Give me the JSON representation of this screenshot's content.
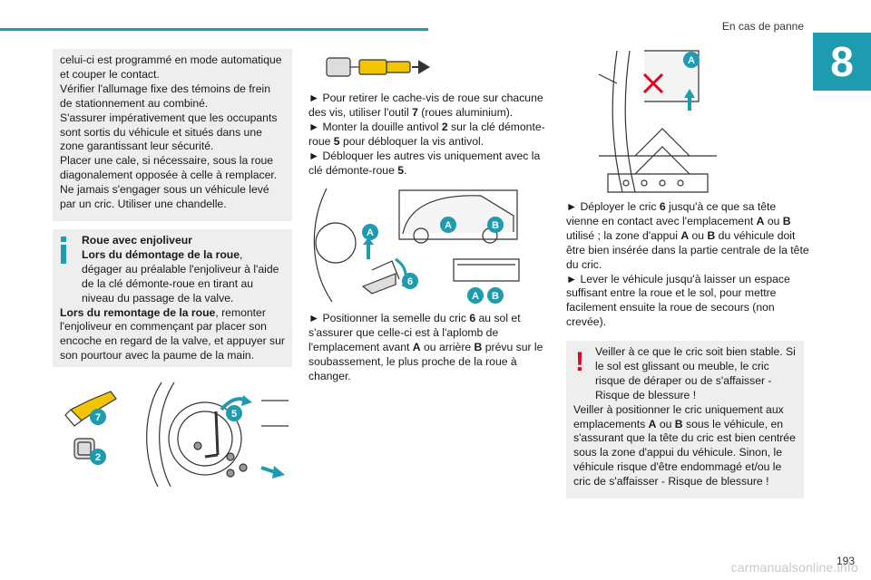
{
  "header": {
    "title": "En cas de panne"
  },
  "chapter": {
    "number": "8"
  },
  "page": {
    "number": "193"
  },
  "watermark": {
    "text": "carmanualsonline.info"
  },
  "warning_box_1": {
    "lines": [
      "celui-ci est programmé en mode automatique et couper le contact.",
      "Vérifier l'allumage fixe des témoins de frein de stationnement au combiné.",
      "S'assurer impérativement que les occupants sont sortis du véhicule et situés dans une zone garantissant leur sécurité.",
      "Placer une cale, si nécessaire, sous la roue diagonalement opposée à celle à remplacer.",
      "Ne jamais s'engager sous un véhicule levé par un cric. Utiliser une chandelle."
    ]
  },
  "info_box": {
    "title": "Roue avec enjoliveur",
    "p1_bold": "Lors du démontage de la roue",
    "p1_rest": ", dégager au préalable l'enjoliveur à l'aide de la clé démonte-roue en tirant au niveau du passage de la valve.",
    "p2_bold": "Lors du remontage de la roue",
    "p2_rest": ", remonter l'enjoliveur en commençant par placer son encoche en regard de la valve, et appuyer sur son pourtour avec la paume de la main."
  },
  "col2_steps": {
    "s1": "► Pour retirer le cache-vis de roue sur chacune des vis, utiliser l'outil ",
    "s1_num": "7",
    "s1_end": " (roues aluminium).",
    "s2": "► Monter la douille antivol ",
    "s2_num": "2",
    "s2_mid": " sur la clé démonte-roue ",
    "s2_num2": "5",
    "s2_end": " pour débloquer la vis antivol.",
    "s3": "► Débloquer les autres vis uniquement avec la clé démonte-roue ",
    "s3_num": "5",
    "s3_end": "."
  },
  "col2_step_jack": {
    "a": "► Positionner la semelle du cric ",
    "num": "6",
    "b": " au sol et s'assurer que celle-ci est à l'aplomb de l'emplacement avant ",
    "A": "A",
    "c": " ou arrière ",
    "B": "B",
    "d": " prévu sur le soubassement, le plus proche de la roue à changer."
  },
  "col3_steps": {
    "a": "► Déployer le cric ",
    "num": "6",
    "b": " jusqu'à ce que sa tête vienne en contact avec l'emplacement ",
    "A": "A",
    "c": " ou ",
    "B": "B",
    "d": " utilisé ; la zone d'appui ",
    "A2": "A",
    "e": " ou ",
    "B2": "B",
    "f": " du véhicule doit être bien insérée dans la partie centrale de la tête du cric.",
    "g": "► Lever le véhicule jusqu'à laisser un espace suffisant entre la roue et le sol, pour mettre facilement ensuite la roue de secours (non crevée)."
  },
  "warning_box_2": {
    "a": "Veiller à ce que le cric soit bien stable. Si le sol est glissant ou meuble, le cric risque de déraper ou de s'affaisser - Risque de blessure !",
    "b": "Veiller à positionner le cric uniquement aux emplacements ",
    "A": "A",
    "c": " ou ",
    "B": "B",
    "d": " sous le véhicule, en s'assurant que la tête du cric est bien centrée sous la zone d'appui du véhicule. Sinon, le véhicule risque d'être endommagé et/ou le cric de s'affaisser - Risque de blessure !"
  },
  "labels": {
    "l7": "7",
    "l2": "2",
    "l5": "5",
    "l6": "6",
    "lA": "A",
    "lB": "B"
  },
  "colors": {
    "accent": "#1f9bb0",
    "warning": "#e2001a",
    "box_bg": "#eeeeee"
  },
  "icons": {
    "info": "info-icon",
    "warning": "warning-icon"
  }
}
